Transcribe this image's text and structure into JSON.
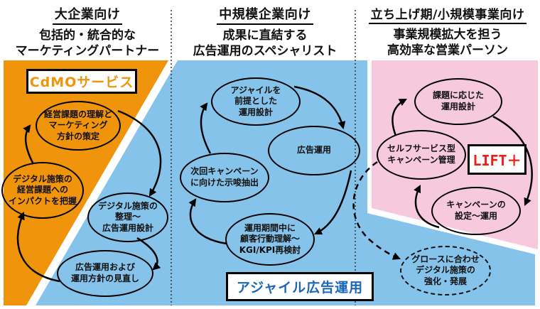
{
  "columns": [
    {
      "title": "大企業向け",
      "subtitle": "包括的・統合的な\nマーケティングパートナー",
      "badge": "CdMOサービス",
      "steps": [
        "経営課題の理解と\nマーケティング\n方針の策定",
        "デジタル施策の\n経営課題への\nインパクトを把握",
        "デジタル施策の\n整理～\n広告運用設計",
        "広告運用および\n運用方針の見直し"
      ]
    },
    {
      "title": "中規模企業向け",
      "subtitle": "成果に直結する\n広告運用のスペシャリスト",
      "badge": "アジャイル広告運用",
      "steps": [
        "アジャイルを\n前提とした\n運用設計",
        "広告運用",
        "次回キャンペーン\nに向けた示唆抽出",
        "運用期間中に\n顧客行動理解～\nKGI/KPI再検討"
      ]
    },
    {
      "title": "立ち上げ期/小規模事業向け",
      "subtitle": "事業規模拡大を担う\n高効率な営業パーソン",
      "badge": "LIFT＋",
      "steps": [
        "課題に応じた\n運用設計",
        "セルフサービス型\nキャンペーン管理",
        "キャンペーンの\n設定～運用"
      ]
    }
  ],
  "growth_note": "グロースに合わせ\nデジタル施策の\n強化・発展",
  "colors": {
    "orange": "#F0940B",
    "blue": "#85C3EB",
    "pink": "#F6C9DC",
    "badge_blue": "#1B67B5",
    "badge_red": "#ED1C16",
    "badge_orange": "#F0940B"
  }
}
